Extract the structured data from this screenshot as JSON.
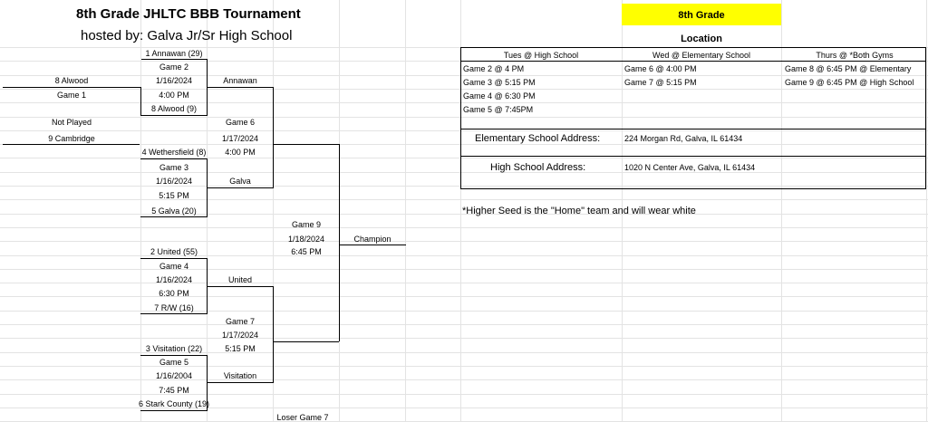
{
  "title": "8th Grade JHLTC BBB Tournament",
  "subtitle": "hosted by: Galva Jr/Sr High School",
  "bracket": {
    "g1": {
      "top_team": "8 Alwood",
      "label": "Game 1",
      "status": "Not Played",
      "bottom_team": "9 Cambridge"
    },
    "g2": {
      "top_team": "1 Annawan (29)",
      "label": "Game 2",
      "date": "1/16/2024",
      "time": "4:00 PM",
      "bottom_team": "8 Alwood (9)",
      "winner": "Annawan"
    },
    "g3": {
      "top_team": "4 Wethersfield (8)",
      "label": "Game 3",
      "date": "1/16/2024",
      "time": "5:15 PM",
      "bottom_team": "5 Galva (20)",
      "winner": "Galva"
    },
    "g4": {
      "top_team": "2 United (55)",
      "label": "Game 4",
      "date": "1/16/2024",
      "time": "6:30 PM",
      "bottom_team": "7 R/W (16)",
      "winner": "United"
    },
    "g5": {
      "top_team": "3 Visitation (22)",
      "label": "Game 5",
      "date": "1/16/2004",
      "time": "7:45 PM",
      "bottom_team": "6 Stark County (19)",
      "winner": "Visitation"
    },
    "g6": {
      "label": "Game 6",
      "date": "1/17/2024",
      "time": "4:00 PM"
    },
    "g7": {
      "label": "Game 7",
      "date": "1/17/2024",
      "time": "5:15 PM"
    },
    "g9": {
      "label": "Game 9",
      "date": "1/18/2024",
      "time": "6:45 PM",
      "result": "Champion"
    },
    "loser_g7": "Loser Game 7"
  },
  "schedule": {
    "grade_header": "8th Grade",
    "location_header": "Location",
    "columns": [
      {
        "header": "Tues @ High School",
        "items": [
          "Game 2 @ 4 PM",
          "Game 3 @ 5:15 PM",
          "Game 4 @ 6:30 PM",
          "Game 5 @ 7:45PM"
        ]
      },
      {
        "header": "Wed @ Elementary School",
        "items": [
          "Game 6 @ 4:00 PM",
          "Game 7 @ 5:15 PM"
        ]
      },
      {
        "header": "Thurs @ *Both Gyms",
        "items": [
          "Game 8 @ 6:45 PM @ Elementary",
          "Game 9 @ 6:45 PM @ High School"
        ]
      }
    ],
    "addresses": [
      {
        "label": "Elementary School Address:",
        "value": "224 Morgan Rd, Galva, IL 61434"
      },
      {
        "label": "High School Address:",
        "value": "1020 N Center Ave, Galva, IL 61434"
      }
    ],
    "note": "*Higher Seed is the \"Home\" team and will wear white"
  },
  "colors": {
    "highlight": "#ffff00",
    "gridline": "#e3e3e3"
  }
}
